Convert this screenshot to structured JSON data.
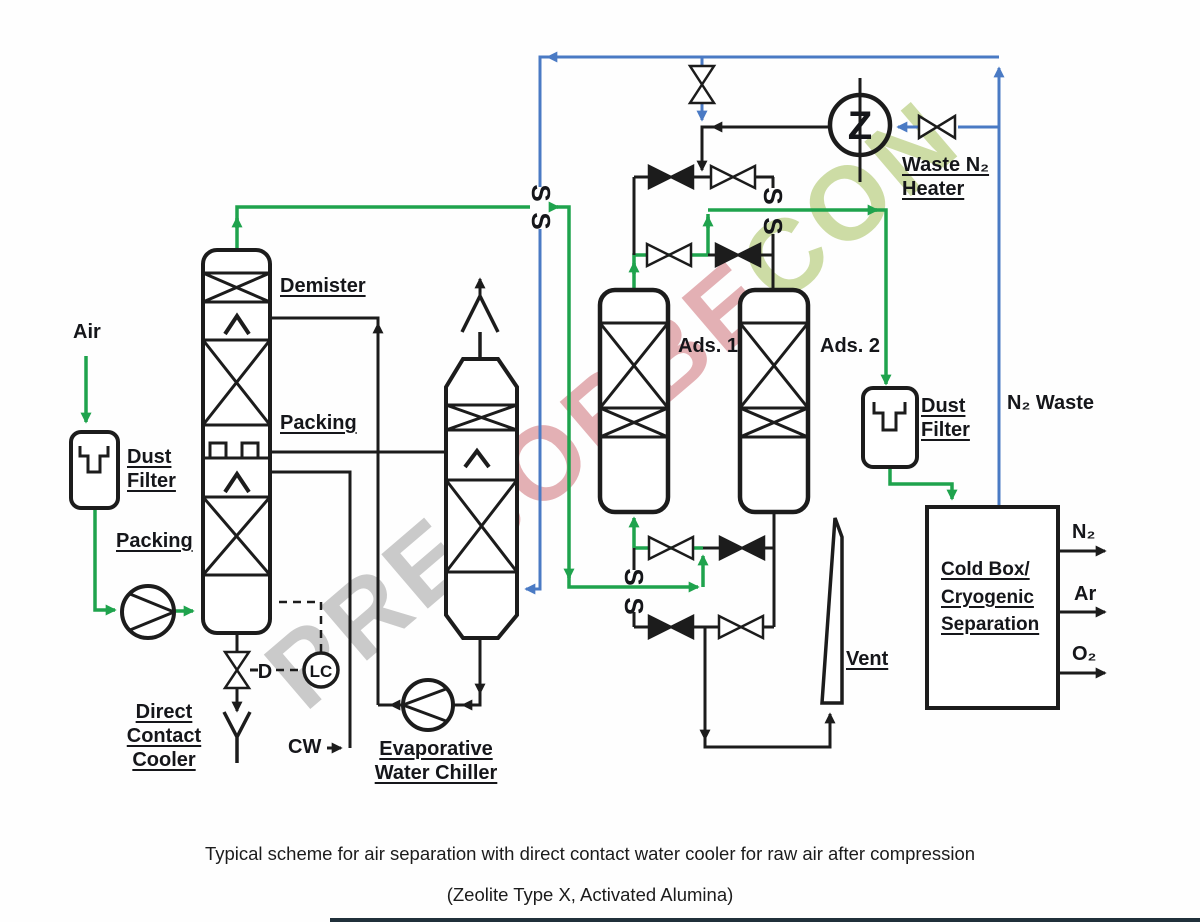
{
  "colors": {
    "line_black": "#1c1c1c",
    "stream_green": "#1fa34d",
    "stream_blue": "#4a7ac4",
    "watermark_gray": "#969696",
    "watermark_red": "#c5565e",
    "watermark_green": "#afc76e"
  },
  "equipment": {
    "air_inlet": "Air",
    "dust_filter_left": "Dust\nFilter",
    "packing_lower": "Packing",
    "demister": "Demister",
    "packing_upper": "Packing",
    "direct_contact_cooler": "Direct\nContact\nCooler",
    "cooling_water": "CW",
    "level_controller": "LC",
    "drain_tag": "D",
    "evaporative_water_chiller": "Evaporative\nWater Chiller",
    "adsorber_1": "Ads. 1",
    "adsorber_2": "Ads. 2",
    "waste_n2_heater": "Waste N₂\nHeater",
    "heater_symbol": "Z",
    "dust_filter_right": "Dust\nFilter",
    "n2_waste_line": "N₂ Waste",
    "cold_box": "Cold Box/\nCryogenic\nSeparation",
    "vent": "Vent",
    "product_n2": "N₂",
    "product_ar": "Ar",
    "product_o2": "O₂",
    "stream_break": "S"
  },
  "caption": {
    "line1": "Typical scheme for air separation with direct contact water cooler for raw air after compression",
    "line2": "(Zeolite Type X, Activated Alumina)"
  },
  "watermark": {
    "segments": [
      {
        "text": "PRE",
        "color": "#969696"
      },
      {
        "text": "SORBE",
        "color": "#c5565e"
      },
      {
        "text": "CON",
        "color": "#afc76e"
      }
    ]
  }
}
